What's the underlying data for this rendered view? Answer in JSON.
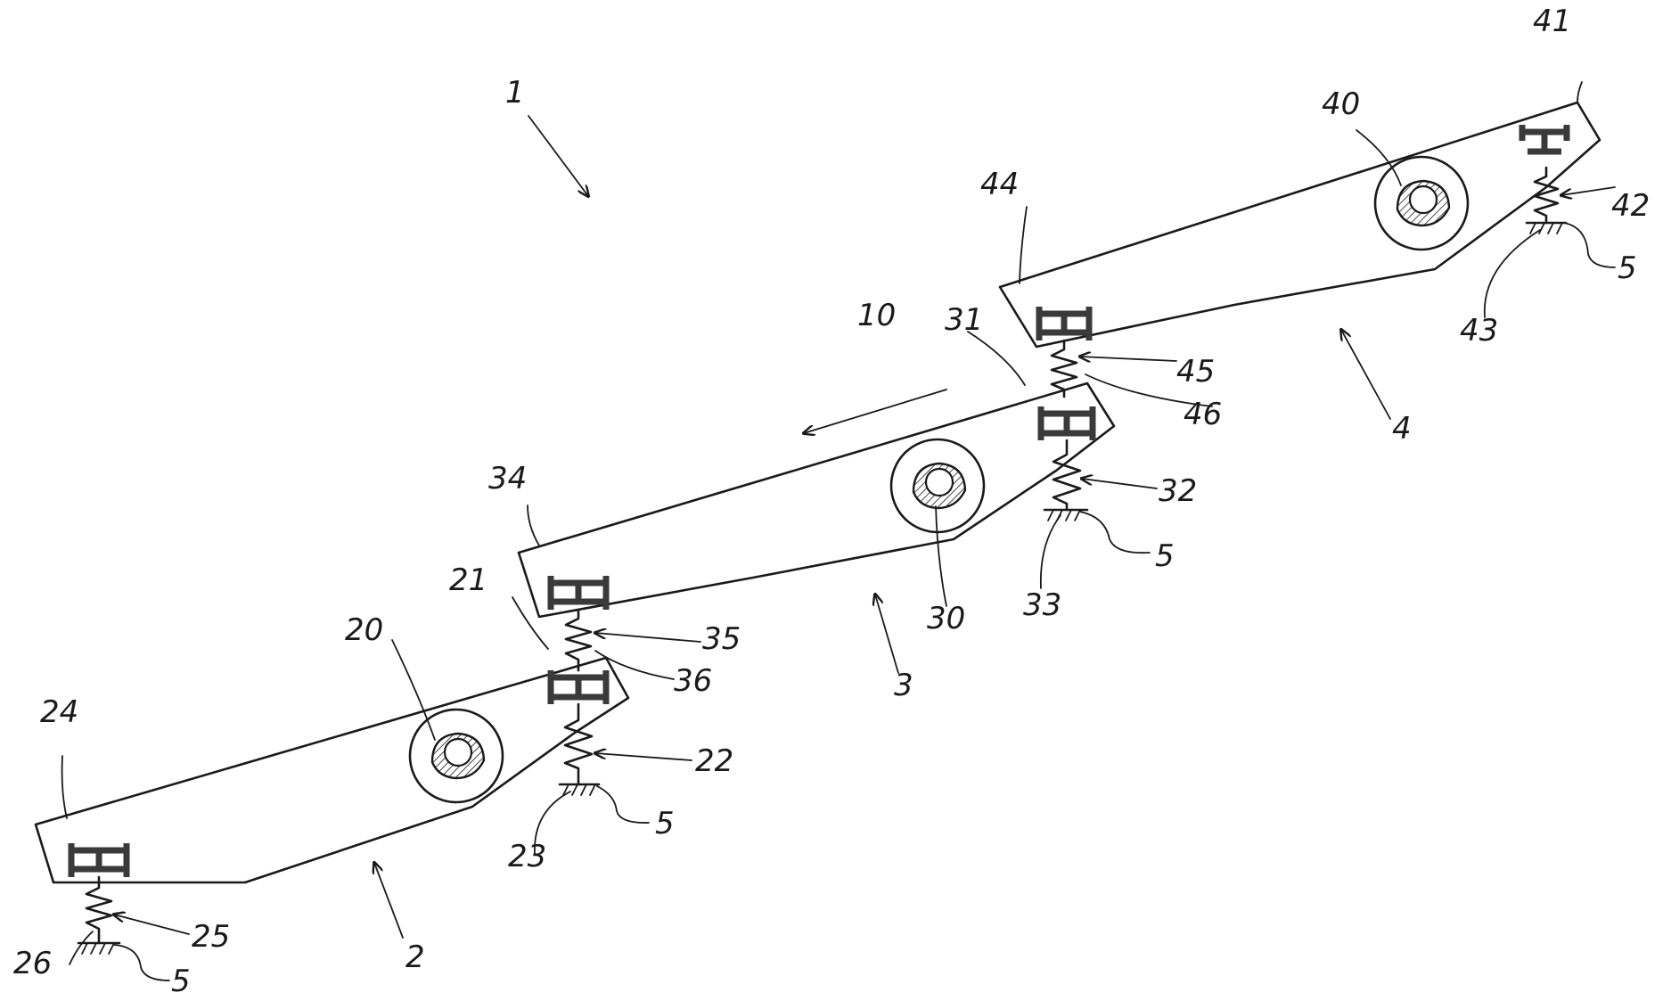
{
  "labels": {
    "device": "1",
    "unit_a": "2",
    "unit_b": "3",
    "unit_c": "4",
    "ground": "5",
    "direction": "10",
    "a_drive": "20",
    "a_top_corner": "21",
    "a_spring_low": "22",
    "a_spring_low_lead": "23",
    "a_left_corner": "24",
    "a_spring_left": "25",
    "a_spring_left_lead": "26",
    "b_drive": "30",
    "b_top_corner": "31",
    "b_spring_low": "32",
    "b_spring_low_lead": "33",
    "b_left_corner": "34",
    "b_spring_left": "35",
    "b_spring_left_lead": "36",
    "c_drive": "40",
    "c_top_corner": "41",
    "c_spring_low": "42",
    "c_spring_low_lead": "43",
    "c_left_corner": "44",
    "c_spring_left": "45",
    "c_spring_left_lead": "46"
  }
}
